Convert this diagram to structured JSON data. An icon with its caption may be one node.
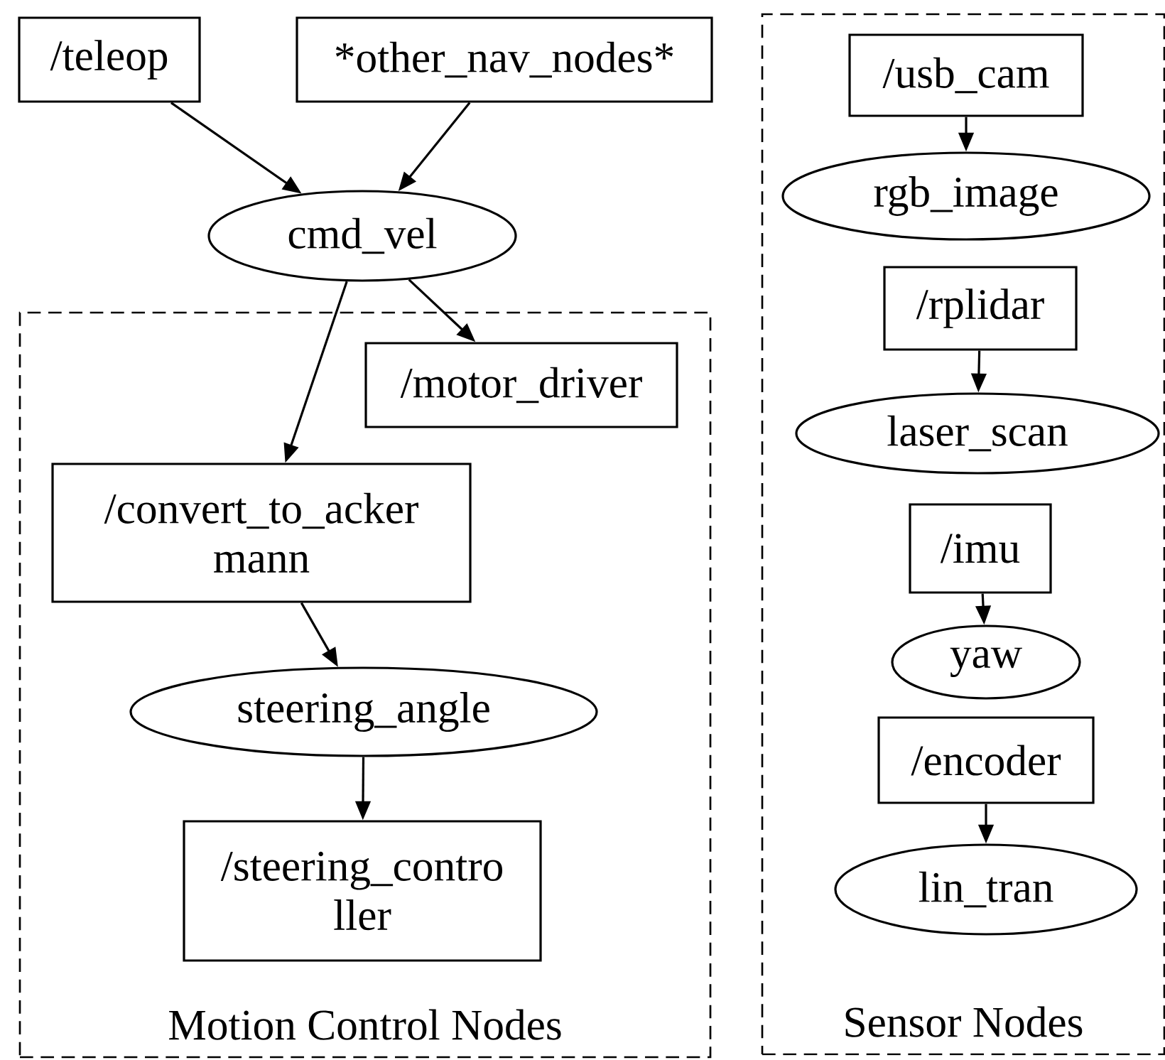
{
  "diagram": {
    "nodes": [
      {
        "text": [
          "/teleop"
        ]
      },
      {
        "text": [
          "*other_nav_nodes*"
        ]
      },
      {
        "text": [
          "cmd_vel"
        ]
      },
      {
        "text": [
          "Motion Control Nodes"
        ]
      },
      {
        "text": [
          "/motor_driver"
        ],
        "in": 3
      },
      {
        "text": [
          "/convert_to_acker mann"
        ],
        "in": 3
      },
      {
        "text": [
          "steering_angle"
        ],
        "in": 3
      },
      {
        "text": [
          "/steering_contro ller"
        ],
        "in": 3
      },
      {
        "text": [
          "Sensor Nodes"
        ]
      },
      {
        "text": [
          "/usb_cam"
        ],
        "in": 8
      },
      {
        "text": [
          "rgb_image"
        ],
        "in": 8
      },
      {
        "text": [
          "/rplidar"
        ],
        "in": 8
      },
      {
        "text": [
          "laser_scan"
        ],
        "in": 8
      },
      {
        "text": [
          "/imu"
        ],
        "in": 8
      },
      {
        "text": [
          "yaw"
        ],
        "in": 8
      },
      {
        "text": [
          "/encoder"
        ],
        "in": 8
      },
      {
        "text": [
          "lin_tran"
        ],
        "in": 8
      }
    ],
    "edges": [
      {
        "from": 0,
        "to": 2,
        "arrow": "to"
      },
      {
        "from": 1,
        "to": 2,
        "arrow": "to"
      },
      {
        "from": 2,
        "to": 5,
        "arrow": "to"
      },
      {
        "from": 2,
        "to": 4,
        "arrow": "to"
      },
      {
        "from": 5,
        "to": 6,
        "arrow": "to"
      },
      {
        "from": 6,
        "to": 7,
        "arrow": "to"
      },
      {
        "from": 9,
        "to": 10,
        "arrow": "to"
      },
      {
        "from": 11,
        "to": 12,
        "arrow": "to"
      },
      {
        "from": 13,
        "to": 14,
        "arrow": "to"
      },
      {
        "from": 15,
        "to": 16,
        "arrow": "to"
      }
    ]
  }
}
